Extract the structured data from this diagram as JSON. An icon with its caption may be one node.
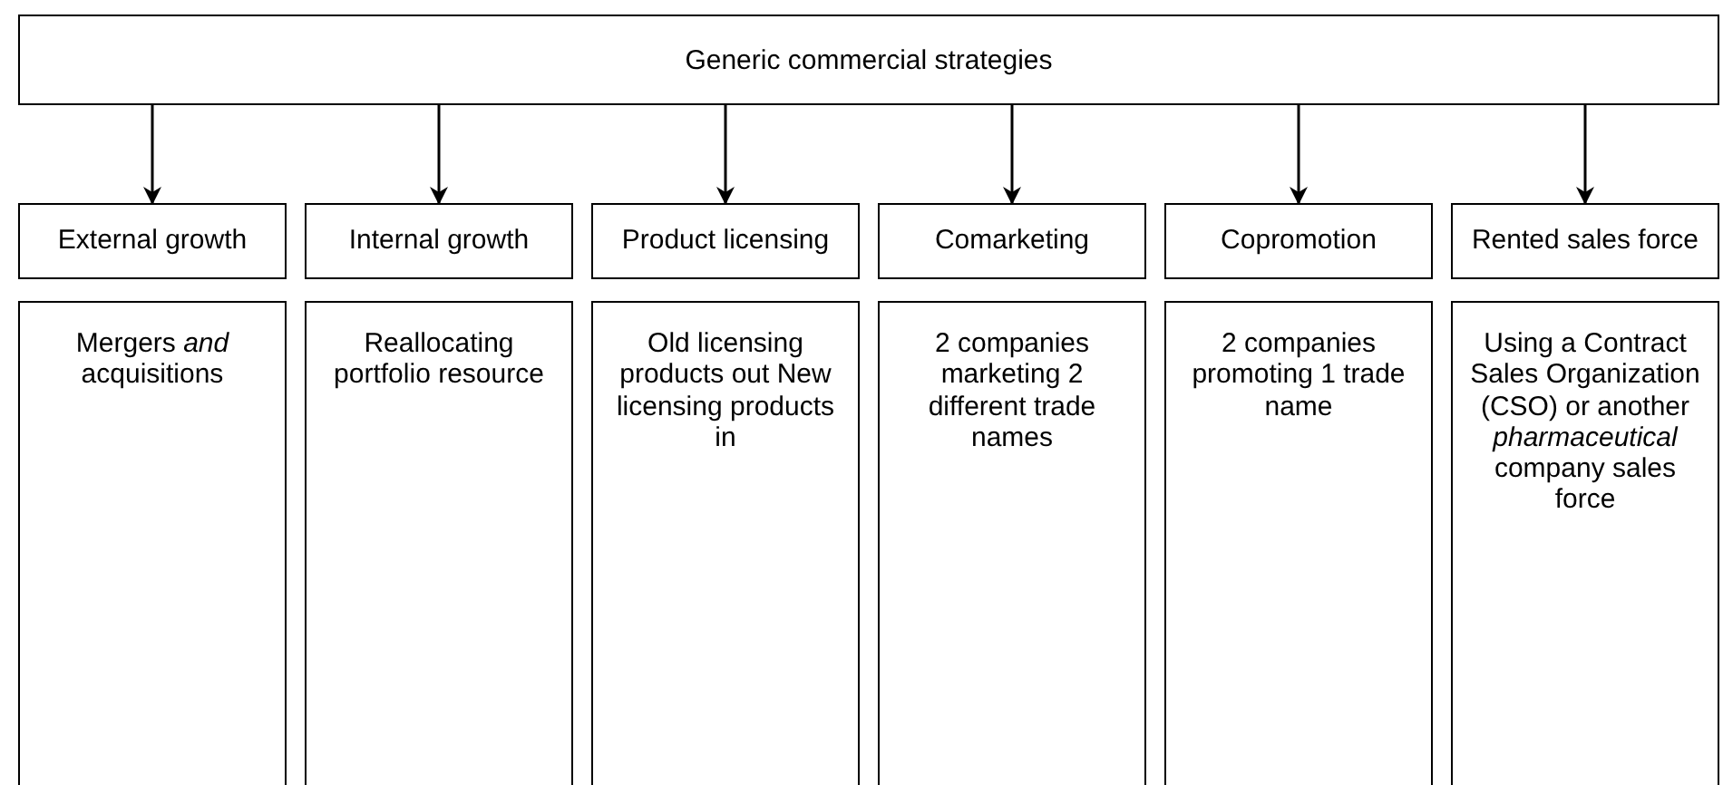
{
  "diagram": {
    "nodes": [
      {
        "text": [
          "Generic commercial strategies"
        ]
      },
      {
        "text": [
          "External growth"
        ]
      },
      {
        "text": [
          "Internal growth"
        ]
      },
      {
        "text": [
          "Product licensing"
        ]
      },
      {
        "text": [
          "Comarketing"
        ]
      },
      {
        "text": [
          "Copromotion"
        ]
      },
      {
        "text": [
          "Rented sales force"
        ]
      },
      {
        "text": [
          "Mergers *and* acquisitions"
        ]
      },
      {
        "text": [
          "Reallocating portfolio resource"
        ]
      },
      {
        "text": [
          "Old licensing products out New licensing products in"
        ]
      },
      {
        "text": [
          "2 companies marketing 2 different trade names"
        ]
      },
      {
        "text": [
          "2 companies promoting 1 trade name"
        ]
      },
      {
        "text": [
          "Using a Contract Sales Organization (CSO) or another *pharmaceutical* company sales force"
        ]
      }
    ],
    "edges": [
      {
        "from": 0,
        "to": 1,
        "arrow": "to"
      },
      {
        "from": 0,
        "to": 2,
        "arrow": "to"
      },
      {
        "from": 0,
        "to": 3,
        "arrow": "to"
      },
      {
        "from": 0,
        "to": 4,
        "arrow": "to"
      },
      {
        "from": 0,
        "to": 5,
        "arrow": "to"
      },
      {
        "from": 0,
        "to": 6,
        "arrow": "to"
      }
    ]
  }
}
